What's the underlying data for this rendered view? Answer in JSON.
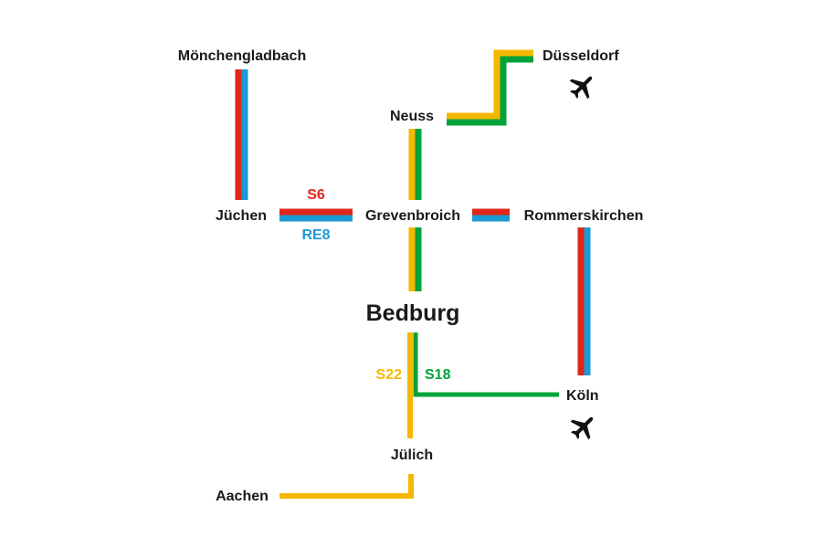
{
  "colors": {
    "s6": "#e0261b",
    "re8": "#1b9ad6",
    "s22": "#f5b800",
    "s18": "#00a33a",
    "text": "#1a1a1a"
  },
  "stations": {
    "moenchengladbach": "Mönchengladbach",
    "duesseldorf": "Düsseldorf",
    "neuss": "Neuss",
    "juechen": "Jüchen",
    "grevenbroich": "Grevenbroich",
    "rommerskirchen": "Rommerskirchen",
    "bedburg": "Bedburg",
    "koeln": "Köln",
    "juelich": "Jülich",
    "aachen": "Aachen"
  },
  "lines": {
    "s6": "S6",
    "re8": "RE8",
    "s22": "S22",
    "s18": "S18"
  },
  "airports": [
    "airplane-icon",
    "airplane-icon"
  ]
}
